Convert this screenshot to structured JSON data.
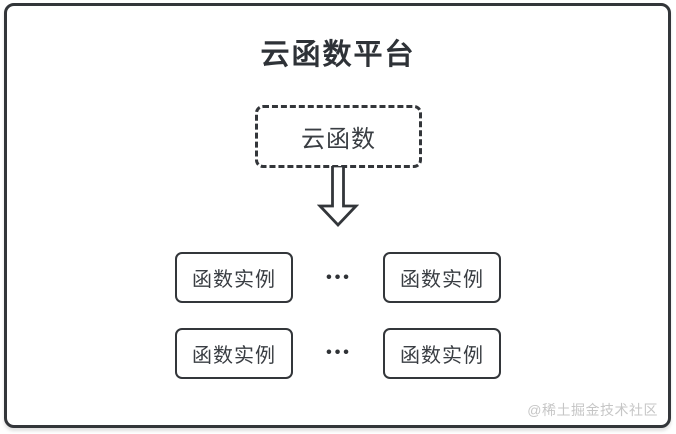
{
  "diagram": {
    "title": "云函数平台",
    "cloud_function": {
      "label": "云函数"
    },
    "instances": [
      {
        "label": "函数实例"
      },
      {
        "label": "函数实例"
      },
      {
        "label": "函数实例"
      },
      {
        "label": "函数实例"
      }
    ],
    "ellipsis": "•••",
    "watermark": "@稀土掘金技术社区",
    "colors": {
      "line": "#33363a",
      "title_text": "#2e3237",
      "box_text": "#3a3e43",
      "watermark_text": "#c6c6c6",
      "background": "#ffffff"
    }
  }
}
